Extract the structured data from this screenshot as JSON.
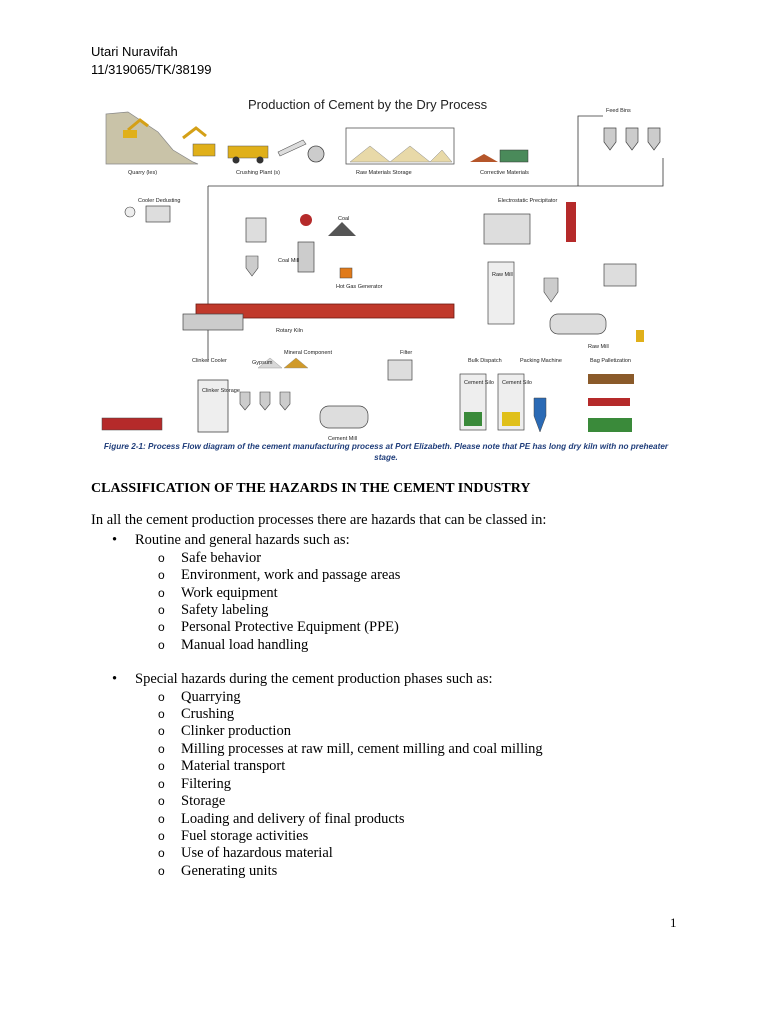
{
  "header": {
    "author": "Utari Nuravifah",
    "student_id": "11/319065/TK/38199"
  },
  "figure": {
    "title": "Production of Cement by the Dry Process",
    "labels": {
      "quarry": "Quarry (les)",
      "crushing": "Crushing Plant (s)",
      "raw_storage": "Raw Materials Storage",
      "corrective": "Corrective Materials",
      "feed_bins": "Feed Bins",
      "cooler_dedusting": "Cooler Dedusting",
      "coal": "Coal",
      "coal_mill": "Coal Mill",
      "hot_gas": "Hot Gas Generator",
      "electrostatic": "Electrostatic Precipitator",
      "raw_mill": "Raw Mill",
      "rotary_kiln": "Rotary Kiln",
      "clinker_cooler": "Clinker Cooler",
      "gypsum": "Gypsum",
      "mineral": "Mineral Component",
      "filter": "Filter",
      "bulk_dispatch": "Bulk Dispatch",
      "packing": "Packing Machine",
      "bag_palletization": "Bag Palletization",
      "raw_mill_2": "Raw Mill",
      "clinker_storage": "Clinker Storage",
      "cement_silo_1": "Cement Silo",
      "cement_silo_2": "Cement Silo",
      "cement_mill": "Cement Mill"
    },
    "caption": "Figure 2-1: Process Flow diagram of the cement manufacturing process at Port Elizabeth. Please note that PE has long dry kiln with no preheater stage."
  },
  "section_title": "CLASSIFICATION OF THE HAZARDS IN THE CEMENT INDUSTRY",
  "intro": "In all the cement production processes there are hazards that can be classed in:",
  "groups": [
    {
      "label": "Routine and general hazards such as:",
      "items": [
        "Safe behavior",
        "Environment, work and passage areas",
        "Work equipment",
        "Safety labeling",
        "Personal Protective Equipment (PPE)",
        "Manual load handling"
      ]
    },
    {
      "label": "Special hazards during the cement production phases such as:",
      "items": [
        "Quarrying",
        "Crushing",
        "Clinker production",
        "Milling processes at raw mill, cement milling and coal milling",
        "Material transport",
        "Filtering",
        "Storage",
        "Loading and delivery of final products",
        "Fuel storage activities",
        "Use of hazardous material",
        "Generating units"
      ]
    }
  ],
  "bullets": {
    "level1": "•",
    "level2": "o"
  },
  "page_number": "1",
  "colors": {
    "caption": "#1f3d7a",
    "kiln": "#c0392b",
    "machinery_yellow": "#e0b01a",
    "diagram_line": "#333333"
  }
}
